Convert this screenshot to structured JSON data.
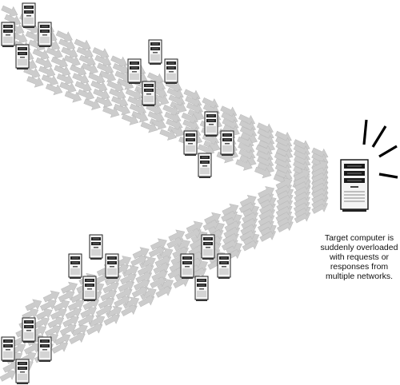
{
  "diagram": {
    "caption": "Target computer is\nsuddenly overloaded\nwith requests or\nresponses from\nmultiple networks.",
    "icons": {
      "attacker": "server-tower-icon",
      "target": "target-server-tower-icon",
      "overload": "overload-burst-lines-icon",
      "traffic": "traffic-arrow-icon"
    },
    "colors": {
      "arrow_fill": "#cccccc",
      "tower_fill": "#f4f4f4",
      "tower_line": "#222222",
      "burst": "#000000"
    },
    "network_groups": [
      {
        "name": "upper-left network",
        "computers": 4
      },
      {
        "name": "upper-middle network",
        "computers": 4
      },
      {
        "name": "upper-right network",
        "computers": 4
      },
      {
        "name": "lower-middle network",
        "computers": 4
      },
      {
        "name": "lower-right network",
        "computers": 4
      },
      {
        "name": "lower-left network",
        "computers": 4
      }
    ]
  }
}
